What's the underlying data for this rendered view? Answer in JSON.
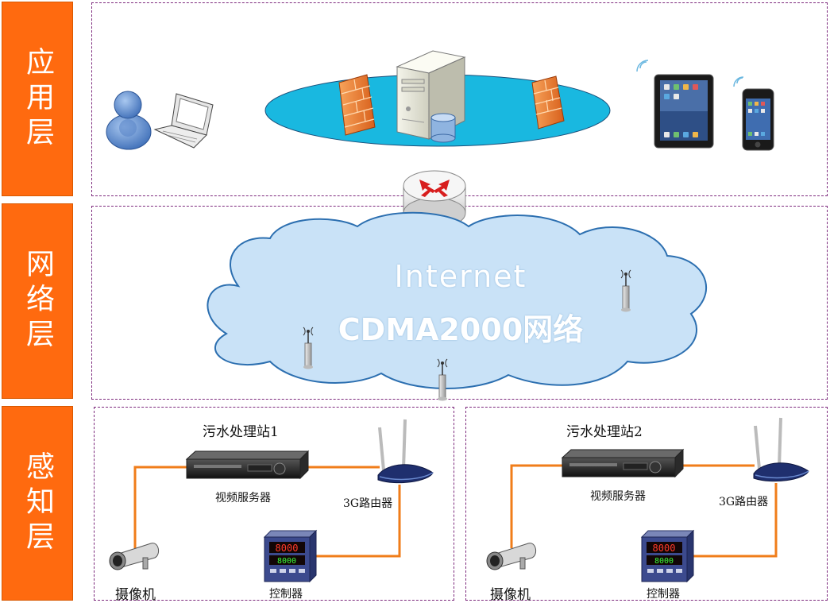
{
  "layers": {
    "application": "应用层",
    "network": "网络层",
    "perception": "感知层"
  },
  "cloud": {
    "line1": "Internet",
    "line2": "CDMA2000网络"
  },
  "stations": [
    {
      "title": "污水处理站1",
      "video_server": "视频服务器",
      "router": "3G路由器",
      "camera": "摄像机",
      "controller": "控制器"
    },
    {
      "title": "污水处理站2",
      "video_server": "视频服务器",
      "router": "3G路由器",
      "camera": "摄像机",
      "controller": "控制器"
    }
  ],
  "colors": {
    "layer_label_bg": "#ff6a0f",
    "dashed_border": "#7d2a7d",
    "cloud_fill": "#c9e2f7",
    "ellipse_fill": "#19b8e0",
    "connector": "#f07d1a"
  }
}
